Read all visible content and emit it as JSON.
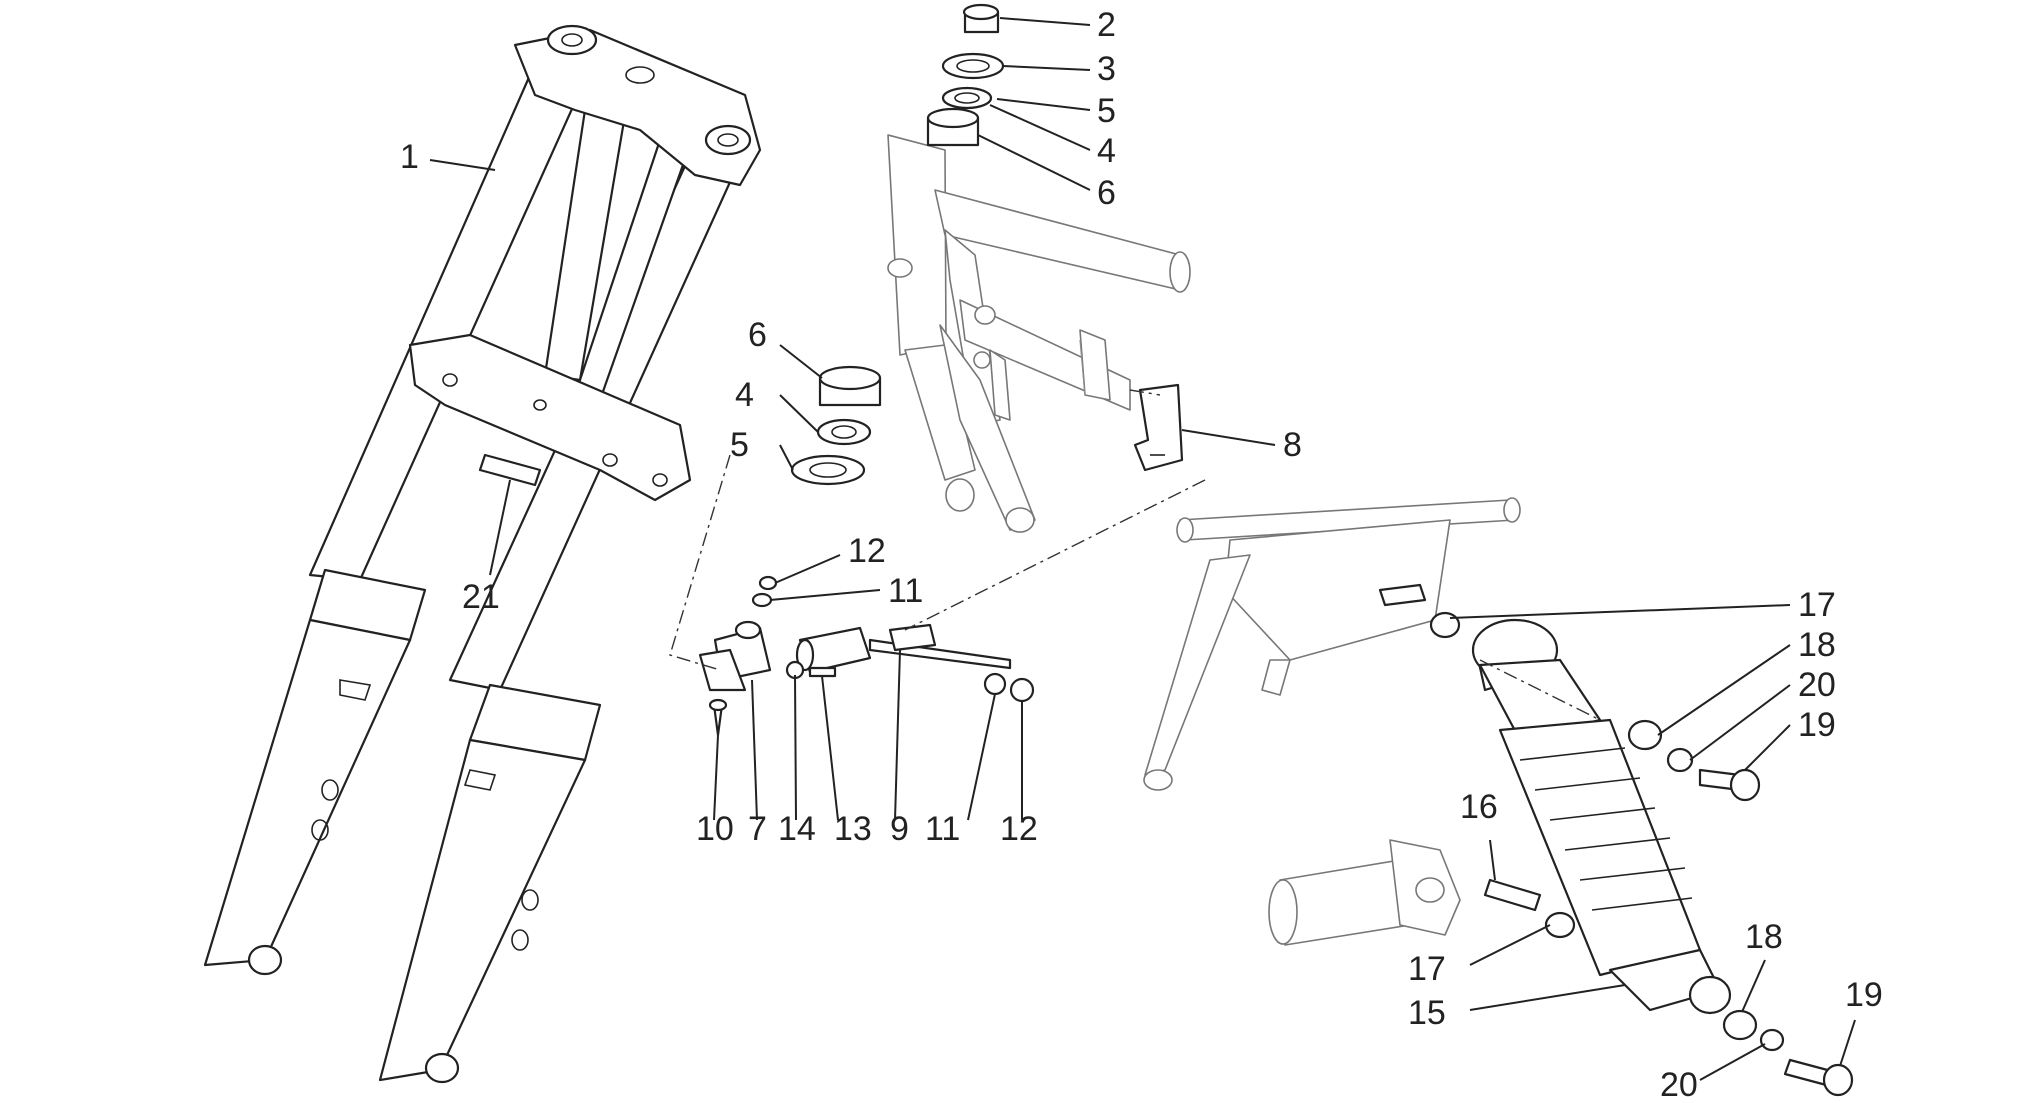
{
  "diagram": {
    "callouts": [
      {
        "id": "c1",
        "text": "1"
      },
      {
        "id": "c2",
        "text": "2"
      },
      {
        "id": "c3",
        "text": "3"
      },
      {
        "id": "c5a",
        "text": "5"
      },
      {
        "id": "c4a",
        "text": "4"
      },
      {
        "id": "c6a",
        "text": "6"
      },
      {
        "id": "c6b",
        "text": "6"
      },
      {
        "id": "c4b",
        "text": "4"
      },
      {
        "id": "c5b",
        "text": "5"
      },
      {
        "id": "c8",
        "text": "8"
      },
      {
        "id": "c21",
        "text": "21"
      },
      {
        "id": "c12a",
        "text": "12"
      },
      {
        "id": "c11a",
        "text": "11"
      },
      {
        "id": "c10",
        "text": "10"
      },
      {
        "id": "c7",
        "text": "7"
      },
      {
        "id": "c14",
        "text": "14"
      },
      {
        "id": "c13",
        "text": "13"
      },
      {
        "id": "c9",
        "text": "9"
      },
      {
        "id": "c11b",
        "text": "11"
      },
      {
        "id": "c12b",
        "text": "12"
      },
      {
        "id": "c17a",
        "text": "17"
      },
      {
        "id": "c18a",
        "text": "18"
      },
      {
        "id": "c20a",
        "text": "20"
      },
      {
        "id": "c19a",
        "text": "19"
      },
      {
        "id": "c16",
        "text": "16"
      },
      {
        "id": "c17b",
        "text": "17"
      },
      {
        "id": "c15",
        "text": "15"
      },
      {
        "id": "c18b",
        "text": "18"
      },
      {
        "id": "c19b",
        "text": "19"
      },
      {
        "id": "c20b",
        "text": "20"
      }
    ]
  }
}
